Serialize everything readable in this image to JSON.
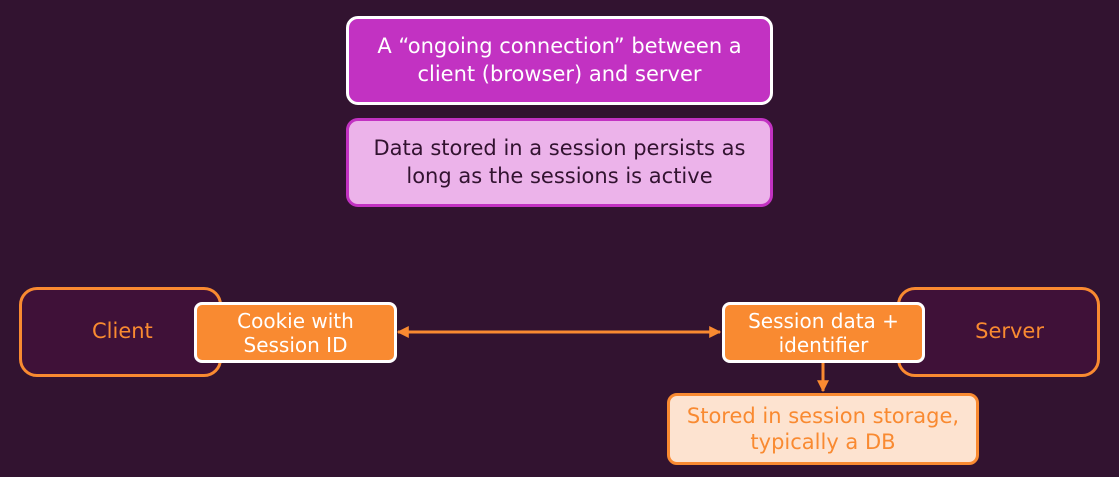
{
  "diagram": {
    "definition_text": "A “ongoing connection” between a client (browser) and server",
    "persistence_text": "Data stored in a session persists as long as the sessions is active",
    "client_label": "Client",
    "server_label": "Server",
    "cookie_text": "Cookie with Session ID",
    "session_data_text": "Session data + identifier",
    "storage_text": "Stored in session storage, typically a DB"
  },
  "colors": {
    "background": "#321330",
    "magenta": "#c232c2",
    "pink": "#ecb3ea",
    "orange": "#f98a31",
    "peach": "#fde3d0",
    "white": "#ffffff"
  }
}
